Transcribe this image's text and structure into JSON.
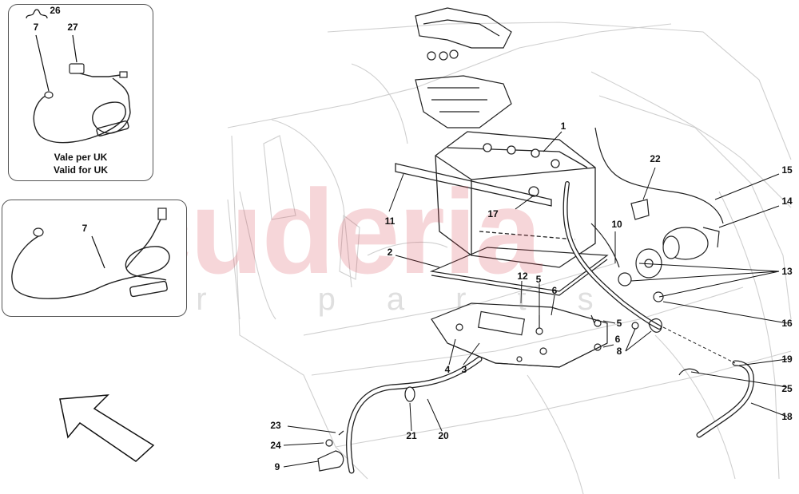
{
  "watermark": {
    "brand": "scuderia",
    "sub": "car parts"
  },
  "inset_uk": {
    "group_label": "26",
    "item_labels": [
      "7",
      "27"
    ],
    "note_line1": "Vale per UK",
    "note_line2": "Valid for UK"
  },
  "inset_std": {
    "item_label": "7"
  },
  "callouts": [
    "1",
    "2",
    "3",
    "4",
    "5",
    "5",
    "6",
    "6",
    "8",
    "9",
    "10",
    "11",
    "12",
    "13",
    "14",
    "15",
    "16",
    "17",
    "18",
    "19",
    "20",
    "21",
    "22",
    "23",
    "24",
    "25"
  ],
  "colors": {
    "line": "#222222",
    "watermark": "#d64652"
  }
}
